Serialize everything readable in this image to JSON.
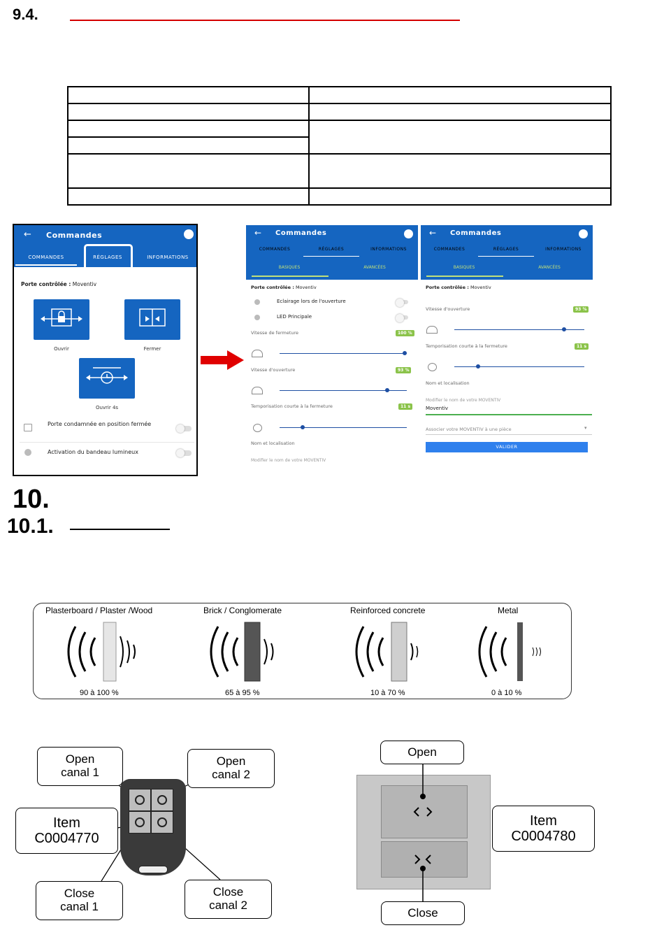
{
  "headings": {
    "h94_number": "9.4.",
    "h10_number": "10.",
    "h101_number": "10.1."
  },
  "app_left": {
    "title": "Commandes",
    "tabs": [
      "COMMANDES",
      "RÉGLAGES",
      "INFORMATIONS"
    ],
    "door_label_bold": "Porte contrôlée :",
    "door_label_value": "Moventiv",
    "buttons": [
      "Ouvrir",
      "Fermer",
      "Ouvrir 4s"
    ],
    "rows": [
      "Porte condamnée en position fermée",
      "Activation du bandeau lumineux"
    ]
  },
  "app_mid": {
    "title": "Commandes",
    "tabs": [
      "COMMANDES",
      "RÉGLAGES",
      "INFORMATIONS"
    ],
    "subtabs": [
      "BASIQUES",
      "AVANCÉES"
    ],
    "door_label_bold": "Porte contrôlée :",
    "door_label_value": "Moventiv",
    "rows": [
      "Eclairage lors de l'ouverture",
      "LED Principale"
    ],
    "slider1_label": "Vitesse de fermeture",
    "slider1_value": "100 %",
    "slider2_label": "Vitesse d'ouverture",
    "slider2_value": "93 %",
    "slider3_label": "Temporisation courte à la fermeture",
    "slider3_value": "11 s",
    "name_label": "Nom et localisation",
    "name_hint": "Modifier le nom de votre MOVENTIV"
  },
  "app_right": {
    "title": "Commandes",
    "tabs": [
      "COMMANDES",
      "RÉGLAGES",
      "INFORMATIONS"
    ],
    "subtabs": [
      "BASIQUES",
      "AVANCÉES"
    ],
    "door_label_bold": "Porte contrôlée :",
    "door_label_value": "Moventiv",
    "slider1_label": "Vitesse d'ouverture",
    "slider1_value": "93 %",
    "slider2_label": "Temporisation courte à la fermeture",
    "slider2_value": "11 s",
    "name_label": "Nom et localisation",
    "name_hint": "Modifier le nom de votre MOVENTIV",
    "name_value": "Moventiv",
    "select_label": "Associer votre MOVENTIV à une pièce",
    "submit_label": "VALIDER"
  },
  "materials": [
    {
      "name": "Plasterboard / Plaster /Wood",
      "range": "90 à 100 %"
    },
    {
      "name": "Brick / Conglomerate",
      "range": "65 à 95 %"
    },
    {
      "name": "Reinforced concrete",
      "range": "10 à 70 %"
    },
    {
      "name": "Metal",
      "range": "0 à 10 %"
    }
  ],
  "remote": {
    "open1": [
      "Open",
      "canal 1"
    ],
    "open2": [
      "Open",
      "canal 2"
    ],
    "item": [
      "Item",
      "C0004770"
    ],
    "close1": [
      "Close",
      "canal 1"
    ],
    "close2": [
      "Close",
      "canal 2"
    ]
  },
  "wall_switch": {
    "open": "Open",
    "close": "Close",
    "item": [
      "Item",
      "C0004780"
    ]
  },
  "colors": {
    "app_blue": "#1565c0",
    "arrow_red": "#e00000",
    "heading_line_red": "#d40000"
  }
}
